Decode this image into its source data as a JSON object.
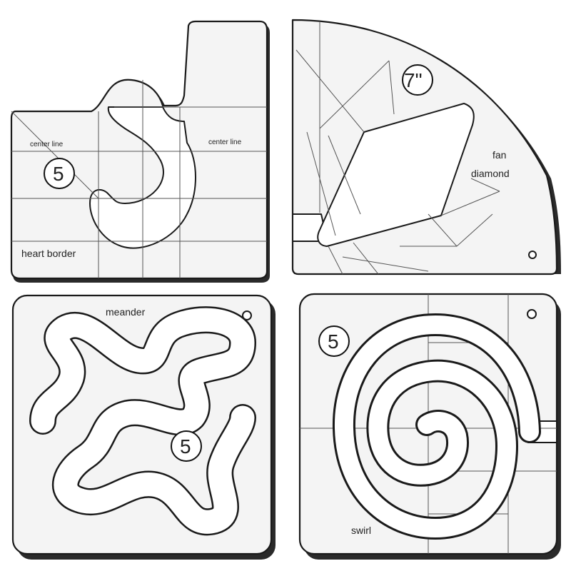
{
  "templates": [
    {
      "name": "heart border",
      "size_mark": "5",
      "guide_labels": [
        "center line",
        "center line"
      ]
    },
    {
      "name_line1": "fan",
      "name_line2": "diamond",
      "size_mark": "7\""
    },
    {
      "name": "meander",
      "size_mark": "5"
    },
    {
      "name": "swirl",
      "size_mark": "5"
    }
  ]
}
